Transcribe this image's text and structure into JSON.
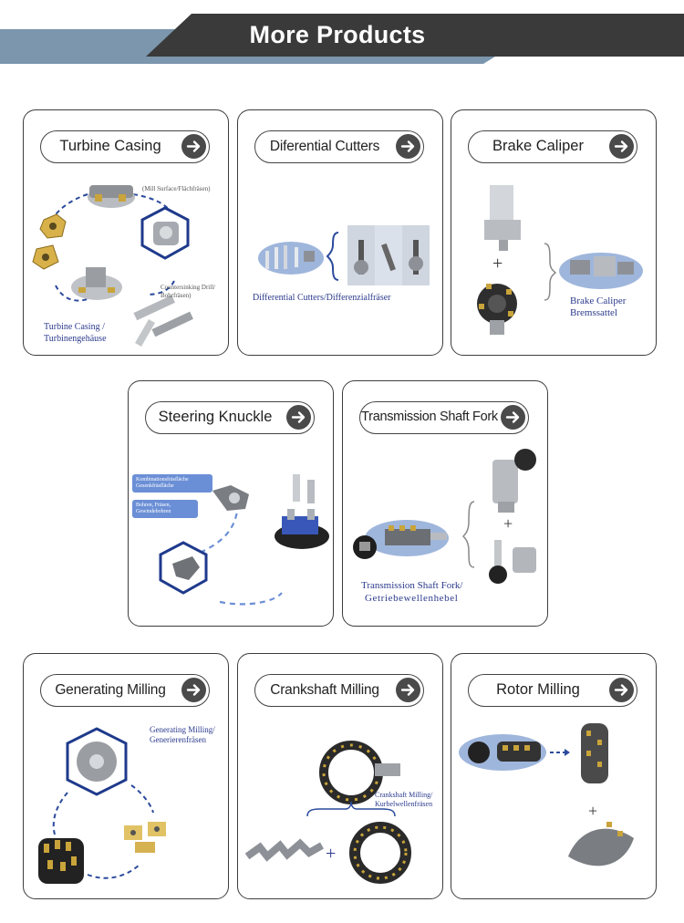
{
  "banner": {
    "title": "More Products",
    "colors": {
      "dark": "#3a3a3a",
      "accent": "#7b96ad"
    }
  },
  "products": [
    {
      "name": "Turbine Casing",
      "icon": "arrow-right-icon",
      "captions": [
        "Turbine Casing /",
        "Turbinengehäuse"
      ],
      "notes": [
        "(Mill Surface/Flächfräsen)",
        "Countersinking Drill/",
        "Bohrfräsen)"
      ]
    },
    {
      "name": "Diferential Cutters",
      "icon": "arrow-right-icon",
      "captions": [
        "Differential Cutters/Differenzialfräser"
      ]
    },
    {
      "name": "Brake Caliper",
      "icon": "arrow-right-icon",
      "captions": [
        "Brake Caliper",
        "Bremssattel"
      ],
      "plus": "+"
    },
    {
      "name": "Steering Knuckle",
      "icon": "arrow-right-icon",
      "tags": [
        "Kombinationsfräsfläche Gesenkfräsfläche",
        "Bohren, Fräsen, Gewindebohren"
      ]
    },
    {
      "name": "Transmission Shaft Fork",
      "icon": "arrow-right-icon",
      "captions": [
        "Transmission Shaft Fork/",
        "Getriebewellenhebel"
      ],
      "plus": "+"
    },
    {
      "name": "Generating Milling",
      "icon": "arrow-right-icon",
      "captions": [
        "Generating Milling/",
        "Generierenfräsen"
      ]
    },
    {
      "name": "Crankshaft Milling",
      "icon": "arrow-right-icon",
      "captions": [
        "Crankshaft Milling/",
        "Kurbelwellenfräsen"
      ],
      "plus": "+"
    },
    {
      "name": "Rotor Milling",
      "icon": "arrow-right-icon",
      "plus": "+"
    }
  ]
}
